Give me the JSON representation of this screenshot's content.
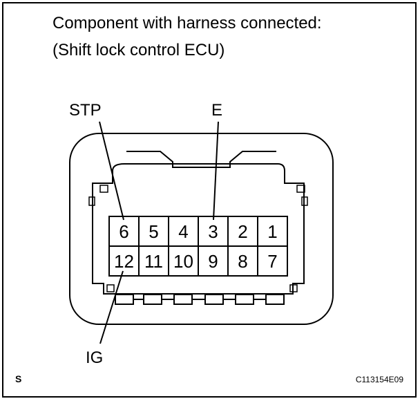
{
  "title": {
    "line1": "Component with harness connected:",
    "line2": "(Shift lock control ECU)"
  },
  "callouts": {
    "stp": "STP",
    "e": "E",
    "ig": "IG"
  },
  "pins": {
    "top_row": [
      "6",
      "5",
      "4",
      "3",
      "2",
      "1"
    ],
    "bottom_row": [
      "12",
      "11",
      "10",
      "9",
      "8",
      "7"
    ]
  },
  "footer": {
    "left": "S",
    "right": "C113154E09"
  }
}
